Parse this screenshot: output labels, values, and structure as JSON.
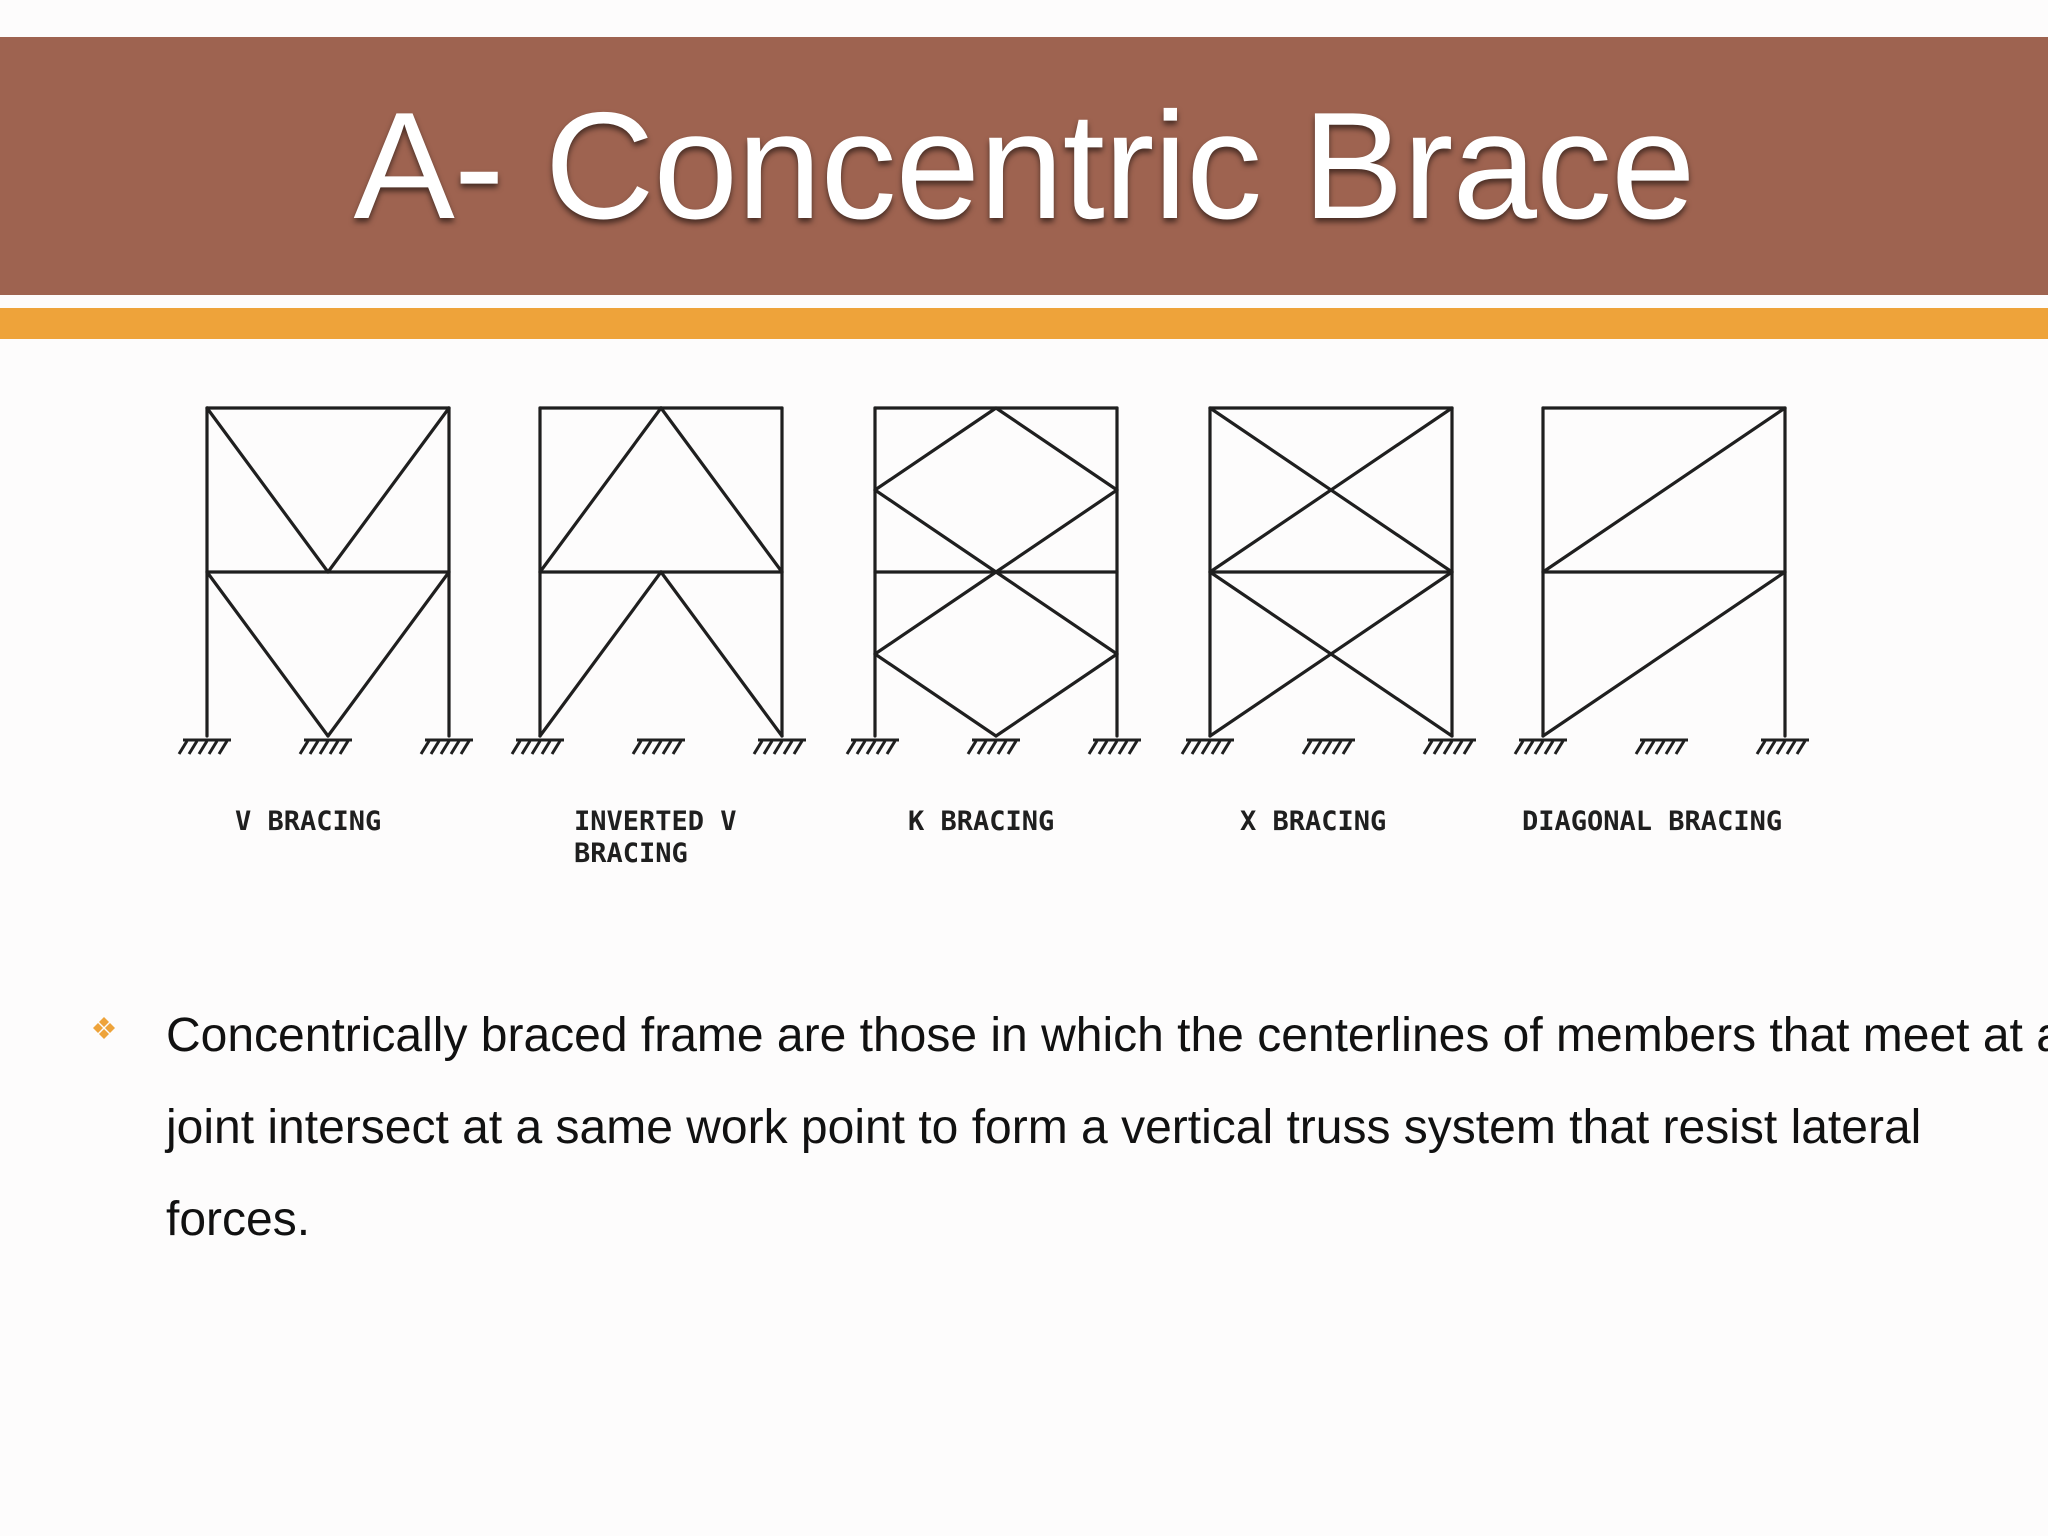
{
  "slide": {
    "title": "A- Concentric Brace",
    "colors": {
      "title_band": "#9e6350",
      "accent_bar": "#eea33a",
      "bullet": "#eea33a",
      "line": "#1f1f1f"
    }
  },
  "diagram": {
    "frames": [
      {
        "type": "v-bracing",
        "label_lines": [
          "V  BRACING"
        ]
      },
      {
        "type": "inverted-v-bracing",
        "label_lines": [
          "INVERTED  V",
          "BRACING"
        ]
      },
      {
        "type": "k-bracing",
        "label_lines": [
          "K  BRACING"
        ]
      },
      {
        "type": "x-bracing",
        "label_lines": [
          "X  BRACING"
        ]
      },
      {
        "type": "diagonal-bracing",
        "label_lines": [
          "DIAGONAL  BRACING"
        ]
      }
    ]
  },
  "bullets": [
    {
      "icon": "diamond-bullet-icon",
      "text": "Concentrically braced frame are those in which the centerlines of members that meet at a joint intersect at a same work point to form a vertical truss system that resist lateral forces."
    }
  ]
}
